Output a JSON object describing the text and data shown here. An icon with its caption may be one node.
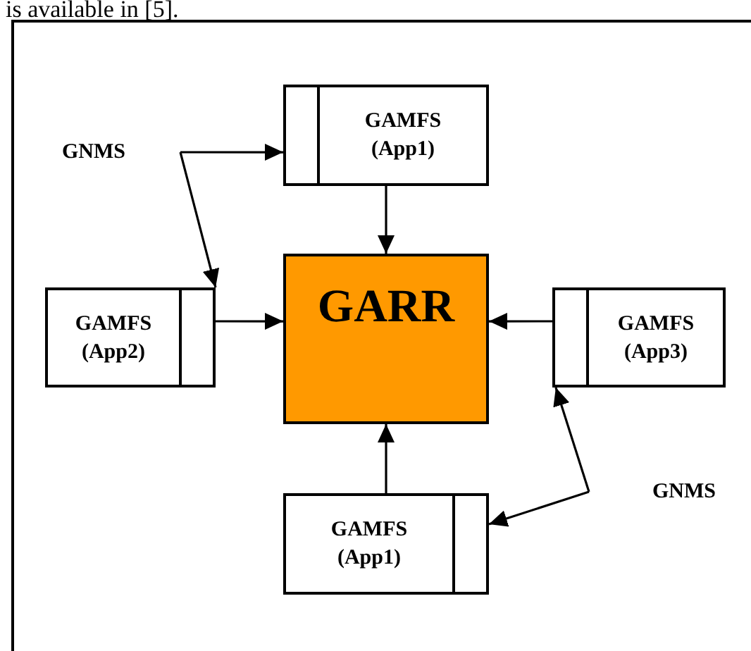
{
  "diagram": {
    "nodes": [
      {
        "text": [
          "GAMFS (App1)"
        ]
      },
      {
        "text": [
          "GNMS"
        ]
      },
      {
        "text": [
          "GAMFS (App2)"
        ]
      },
      {
        "text": [
          "GARR"
        ]
      },
      {
        "text": [
          "GAMFS (App3)"
        ]
      },
      {
        "text": [
          "GNMS"
        ]
      },
      {
        "text": [
          "GAMFS (App1)"
        ]
      }
    ],
    "edges": [
      {
        "from": 1,
        "to": 0,
        "arrow": "to"
      },
      {
        "from": 1,
        "to": 2,
        "arrow": "to"
      },
      {
        "from": 0,
        "to": 3,
        "arrow": "to"
      },
      {
        "from": 2,
        "to": 3,
        "arrow": "to"
      },
      {
        "from": 4,
        "to": 3,
        "arrow": "to"
      },
      {
        "from": 6,
        "to": 3,
        "arrow": "to"
      },
      {
        "from": 5,
        "to": 4,
        "arrow": "to"
      },
      {
        "from": 5,
        "to": 6,
        "arrow": "to"
      }
    ],
    "labels": [
      "is available in [5]."
    ]
  }
}
